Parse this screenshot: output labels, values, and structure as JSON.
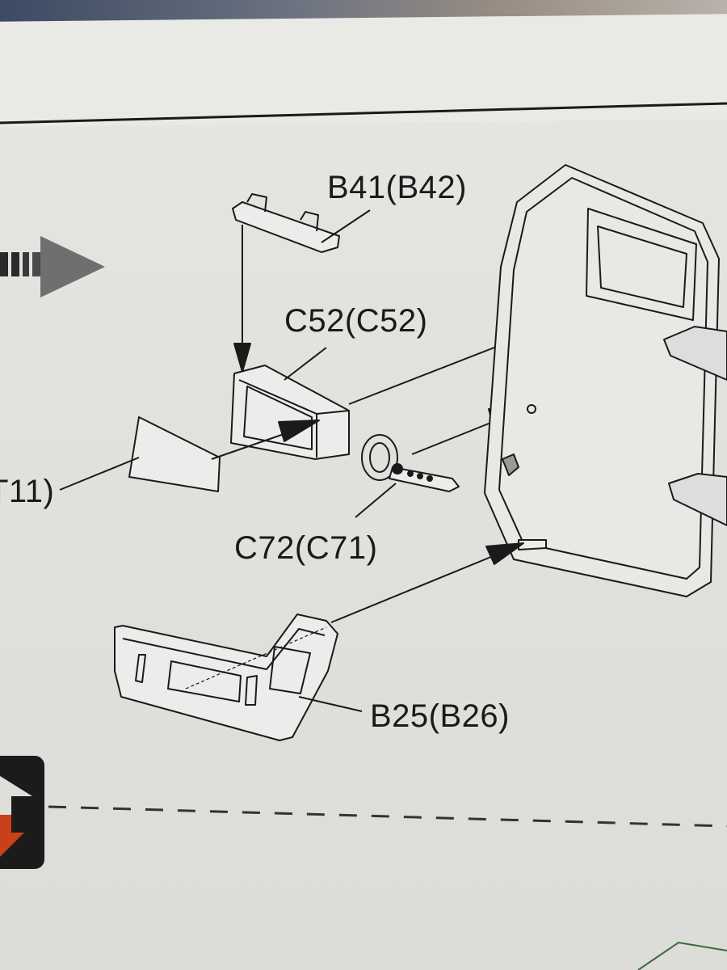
{
  "labels": {
    "part_b41": "B41(B42)",
    "part_c52": "C52(C52)",
    "part_t11": "T11)",
    "part_c72": "C72(C71)",
    "part_b25": "B25(B26)"
  },
  "colors": {
    "paper": "#e3e4e0",
    "ink": "#1a1a1a",
    "arrow_gray": "#6f6f6f",
    "step_icon_orange": "#c9401a"
  }
}
